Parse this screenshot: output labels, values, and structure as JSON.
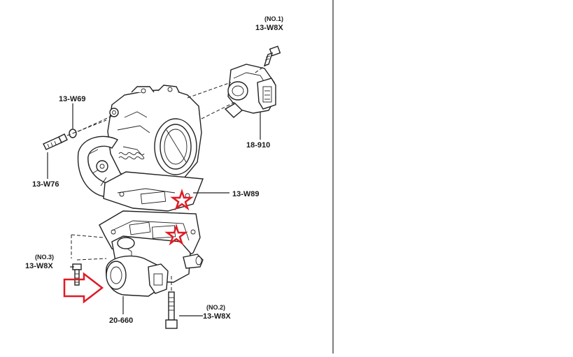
{
  "labels": {
    "no1_tag": "(NO.1)",
    "no1_code": "13-W8X",
    "w69": "13-W69",
    "w76": "13-W76",
    "tps": "18-910",
    "w89": "13-W89",
    "no3_tag": "(NO.3)",
    "no3_code": "13-W8X",
    "iac": "20-660",
    "no2_tag": "(NO.2)",
    "no2_code": "13-W8X"
  },
  "colors": {
    "annotation": "#e01b24",
    "line": "#222222",
    "divider": "#555555"
  },
  "annotations": {
    "stars": [
      "gasket-star-upper",
      "gasket-star-lower"
    ],
    "arrow": "pointer-arrow-to-iac-valve"
  }
}
